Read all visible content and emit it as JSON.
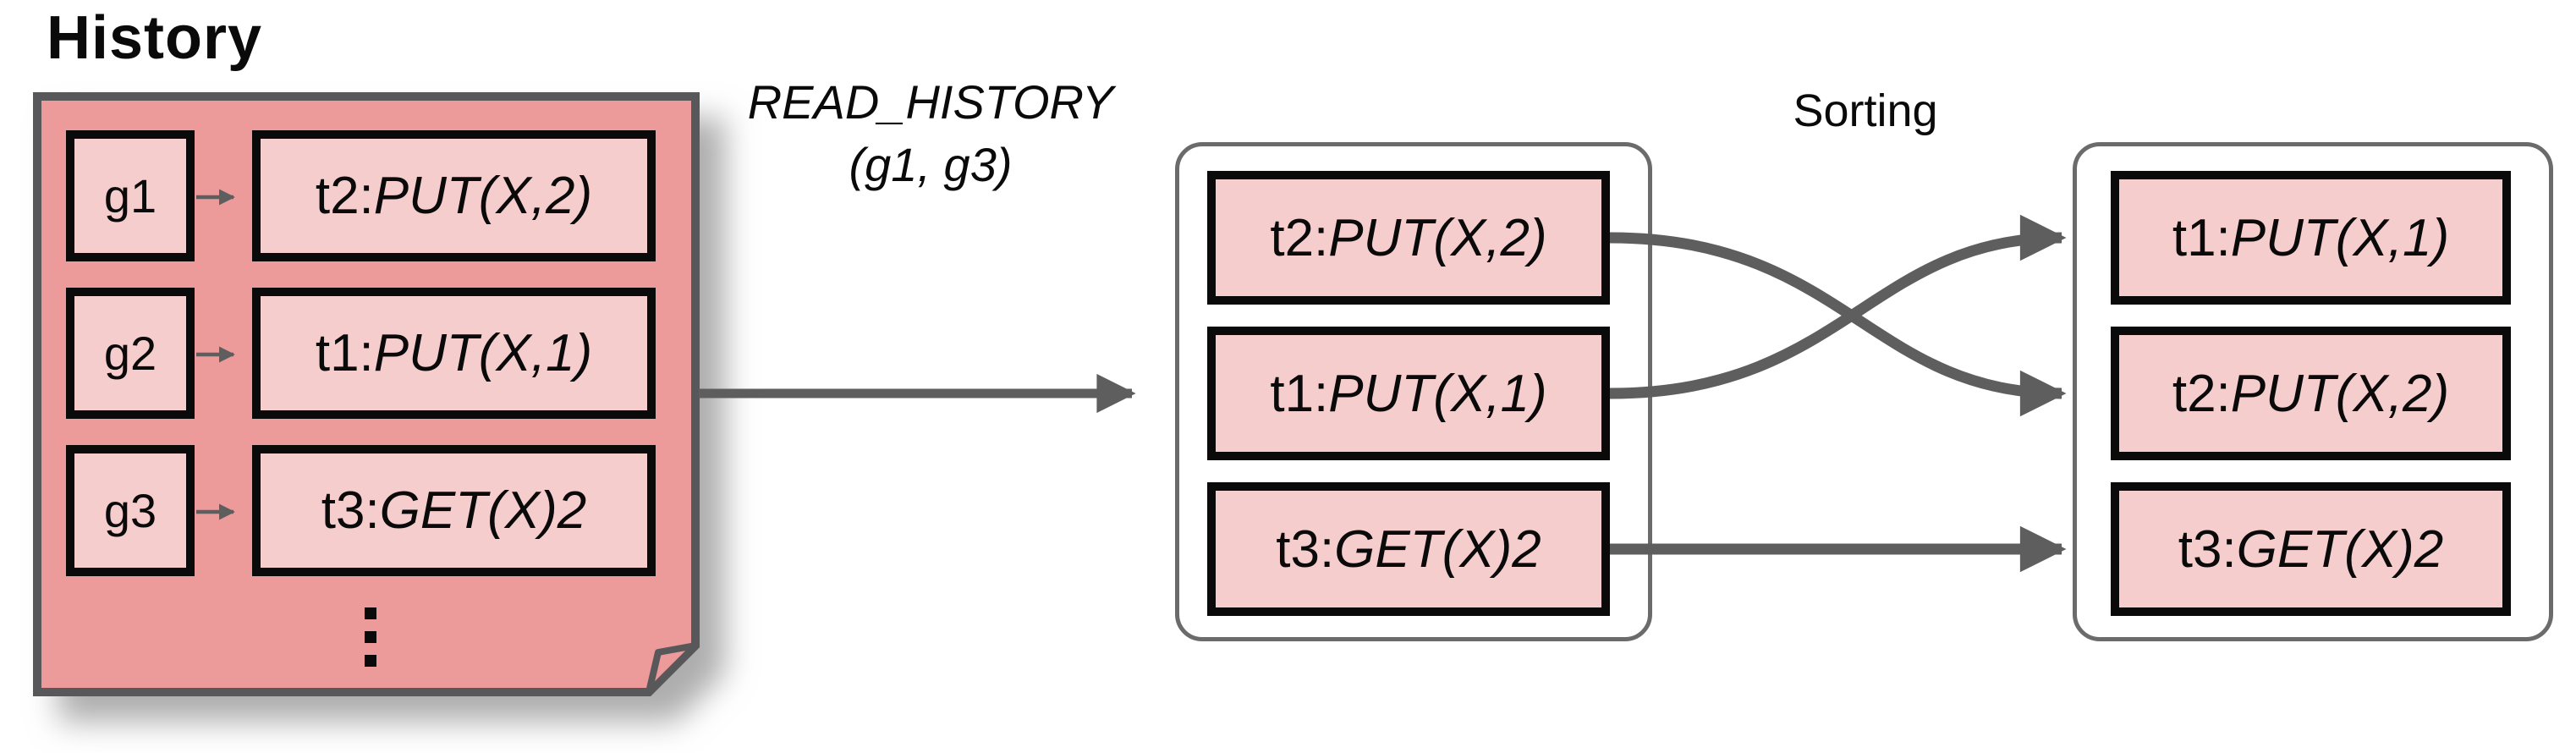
{
  "history": {
    "title": "History",
    "rows": [
      {
        "tag": "g1",
        "op_id": "t2:",
        "op": "PUT(X,2)"
      },
      {
        "tag": "g2",
        "op_id": "t1:",
        "op": "PUT(X,1)"
      },
      {
        "tag": "g3",
        "op_id": "t3:",
        "op": "GET(X)2"
      }
    ]
  },
  "read_history": {
    "line1": "READ_HISTORY",
    "line2": "(g1, g3)"
  },
  "sorting_label": "Sorting",
  "unsorted_list": [
    {
      "op_id": "t2:",
      "op": "PUT(X,2)"
    },
    {
      "op_id": "t1:",
      "op": "PUT(X,1)"
    },
    {
      "op_id": "t3:",
      "op": "GET(X)2"
    }
  ],
  "sorted_list": [
    {
      "op_id": "t1:",
      "op": "PUT(X,1)"
    },
    {
      "op_id": "t2:",
      "op": "PUT(X,2)"
    },
    {
      "op_id": "t3:",
      "op": "GET(X)2"
    }
  ],
  "colors": {
    "note_fill": "#EC9A9A",
    "box_fill": "#F6CDCD",
    "box_border": "#0A0A0A",
    "outline_gray": "#58585A",
    "container_border": "#6B6B6B",
    "arrow_gray": "#5E5E5E",
    "text_black": "#0A0A0A",
    "bg": "#FFFFFF"
  }
}
